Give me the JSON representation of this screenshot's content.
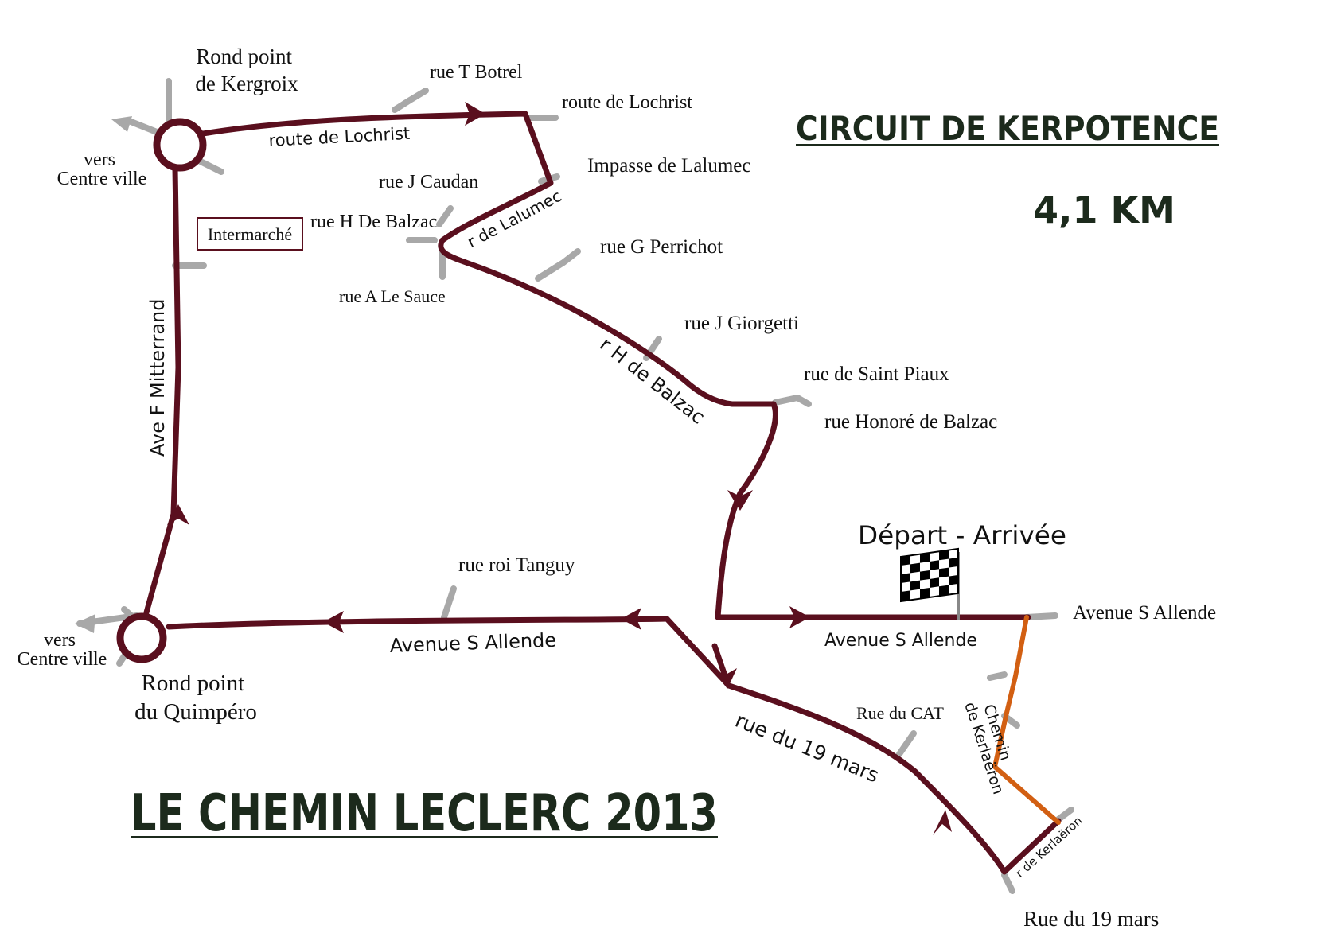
{
  "map": {
    "title": "CIRCUIT DE KERPOTENCE",
    "distance": "4,1 KM",
    "footer_title": "LE CHEMIN LECLERC 2013",
    "start_finish": "Départ - Arrivée",
    "landmark": "Intermarché",
    "places": {
      "rond_point_kergroix": [
        "Rond point",
        "de Kergroix"
      ],
      "rond_point_quimpero": [
        "Rond point",
        "du Quimpéro"
      ],
      "vers_centre_top": [
        "vers",
        "Centre ville"
      ],
      "vers_centre_bottom": [
        "vers",
        "Centre ville"
      ]
    },
    "street_labels": {
      "rue_t_botrel": "rue T Botrel",
      "route_de_lochrist_right": "route de Lochrist",
      "impasse_de_lalumec": "Impasse de Lalumec",
      "rue_j_caudan": "rue J Caudan",
      "rue_h_de_balzac": "rue H De Balzac",
      "rue_a_le_sauce": "rue A Le Sauce",
      "rue_g_perrichot": "rue G Perrichot",
      "rue_j_giorgetti": "rue J Giorgetti",
      "rue_de_saint_piaux": "rue de Saint Piaux",
      "rue_honore_de_balzac": "rue Honoré de Balzac",
      "avenue_s_allende_right": "Avenue S Allende",
      "rue_roi_tanguy": "rue roi Tanguy",
      "rue_du_cat": "Rue du CAT",
      "rue_du_19_mars_bottom": "Rue du 19 mars"
    },
    "route_labels": {
      "route_de_lochrist": "route de Lochrist",
      "r_de_lalumec": "r de Lalumec",
      "r_h_de_balzac": "r H de Balzac",
      "ave_f_mitterrand": "Ave F Mitterrand",
      "avenue_s_allende_mid": "Avenue S Allende",
      "avenue_s_allende_left": "Avenue S Allende",
      "rue_du_19_mars": "rue du 19 mars",
      "chemin_de_kerlaeron": [
        "Chemin",
        "de Kerlaëron"
      ],
      "r_de_kerlaeron": "r de Kerlaëron"
    },
    "colors": {
      "route": "#5a0f1e",
      "side_street": "#a8a8a8",
      "chemin": "#d25f12",
      "title": "#1c2a1c"
    }
  }
}
